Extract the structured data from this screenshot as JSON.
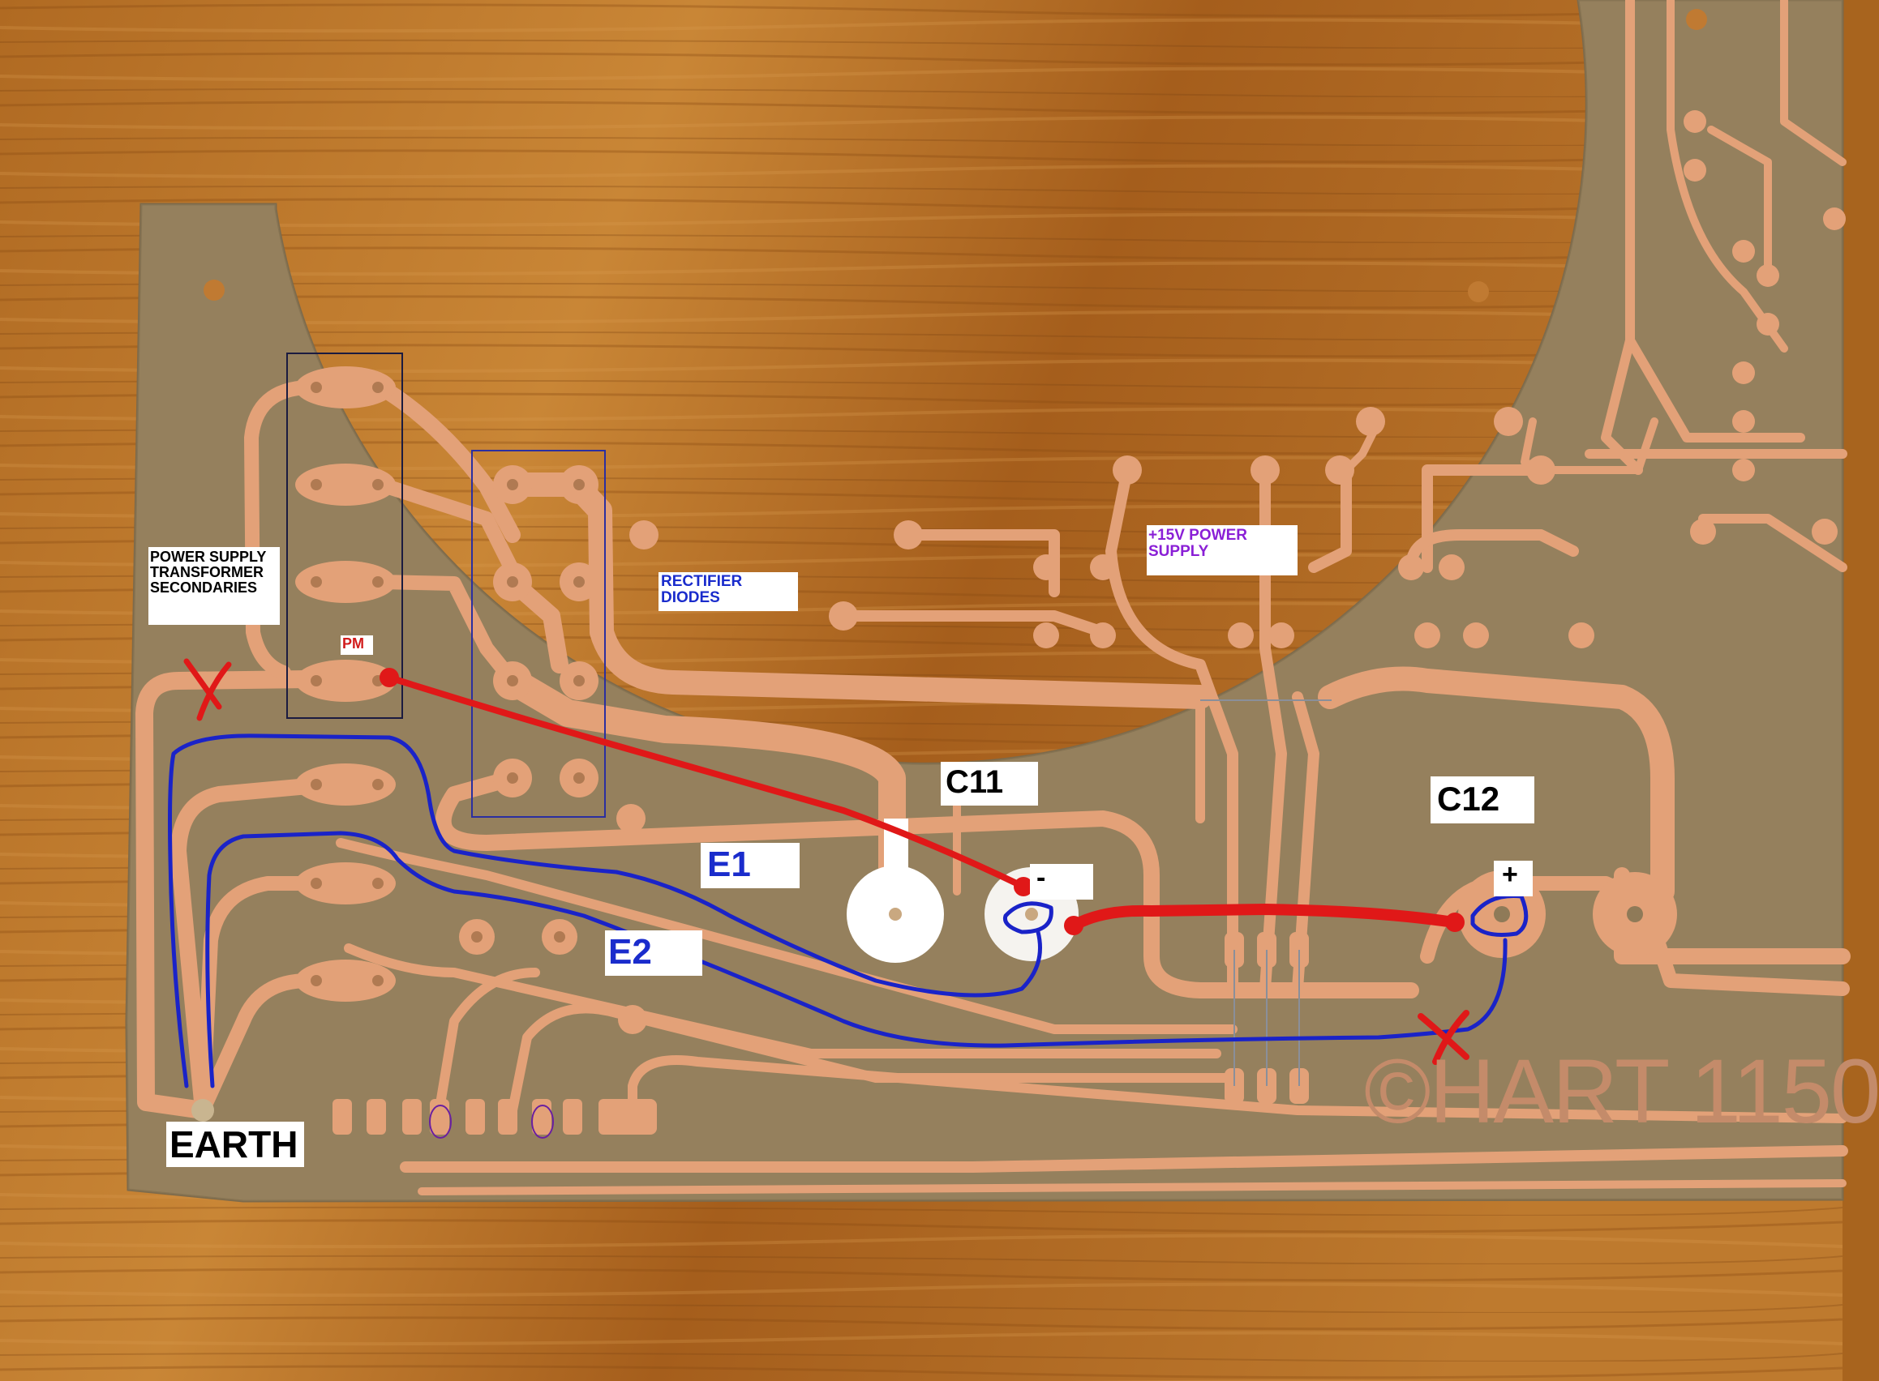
{
  "labels": {
    "psu_secondaries": "POWER SUPPLY\nTRANSFORMER\nSECONDARIES",
    "rectifier_diodes": "RECTIFIER\nDIODES",
    "plus_15v_supply": "+15V POWER\nSUPPLY",
    "pm": "PM",
    "c11": "C11",
    "c12": "C12",
    "e1": "E1",
    "e2": "E2",
    "minus": "-",
    "plus": "+",
    "earth": "EARTH"
  },
  "silkscreen": "©HART 1150",
  "colors": {
    "wood": "#a8641e",
    "board": "#8f7a58",
    "copper": "#e3a178",
    "red_wire": "#e01818",
    "blue_wire": "#1a23c8",
    "label_blue": "#1a2ccc",
    "label_purple": "#8a1fd6",
    "box_outline": "#1b1b40"
  },
  "icons": [
    "red-x-mark",
    "red-x-mark"
  ]
}
